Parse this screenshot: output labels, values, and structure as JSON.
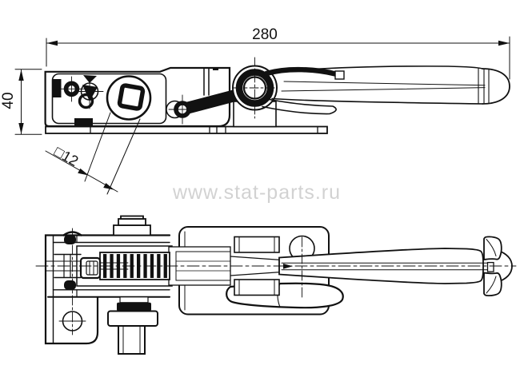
{
  "page": {
    "background": "#ffffff",
    "line_color": "#111111",
    "watermark_color": "#d2d2d2"
  },
  "drawing": {
    "type": "technical-drawing",
    "views": [
      "front-view",
      "plan-view"
    ],
    "dimensions": {
      "length": {
        "label": "280"
      },
      "height": {
        "label": "40"
      },
      "square_hole": {
        "label": "□12"
      }
    },
    "watermark": {
      "text": "www.stat-parts.ru"
    }
  }
}
